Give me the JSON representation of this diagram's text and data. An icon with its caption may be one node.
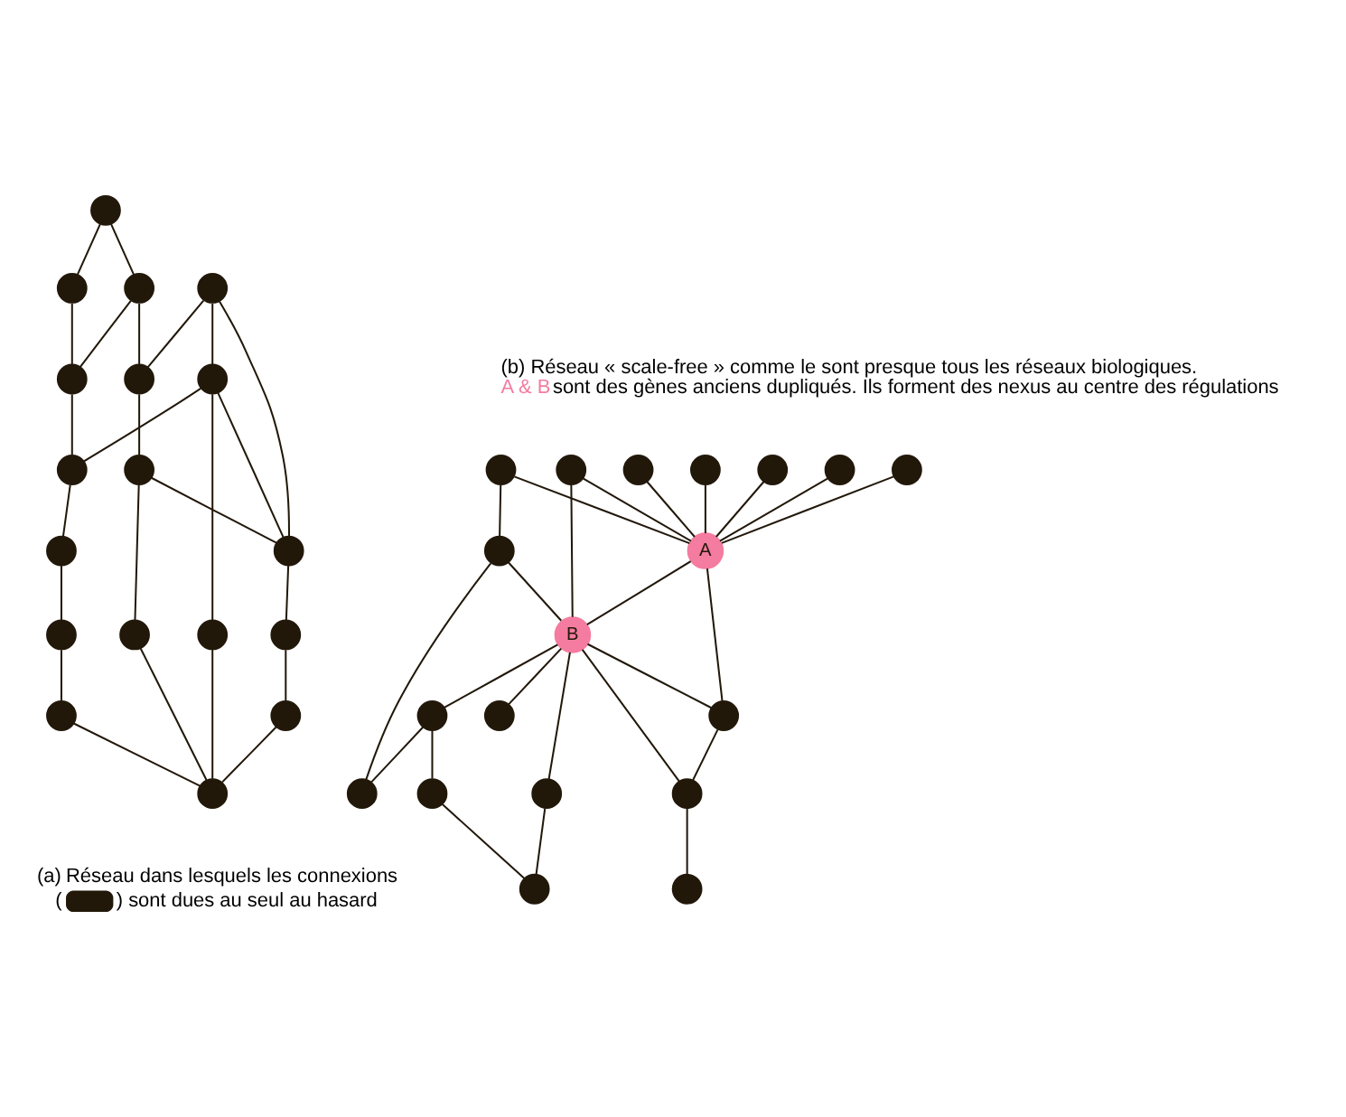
{
  "diagram": {
    "nodes": [
      {
        "text": [],
        "shape": "circle"
      },
      {
        "text": [],
        "shape": "circle"
      },
      {
        "text": [],
        "shape": "circle"
      },
      {
        "text": [],
        "shape": "circle"
      },
      {
        "text": [],
        "shape": "circle"
      },
      {
        "text": [],
        "shape": "circle"
      },
      {
        "text": [],
        "shape": "circle"
      },
      {
        "text": [],
        "shape": "circle"
      },
      {
        "text": [],
        "shape": "circle"
      },
      {
        "text": [],
        "shape": "circle"
      },
      {
        "text": [],
        "shape": "circle"
      },
      {
        "text": [],
        "shape": "circle"
      },
      {
        "text": [],
        "shape": "circle"
      },
      {
        "text": [],
        "shape": "circle"
      },
      {
        "text": [],
        "shape": "circle"
      },
      {
        "text": [],
        "shape": "circle"
      },
      {
        "text": [],
        "shape": "circle"
      },
      {
        "text": [],
        "shape": "circle"
      },
      {
        "text": [],
        "shape": "circle"
      },
      {
        "text": [],
        "shape": "circle"
      },
      {
        "text": [],
        "shape": "circle"
      },
      {
        "text": [],
        "shape": "circle"
      },
      {
        "text": [],
        "shape": "circle"
      },
      {
        "text": [
          "A"
        ]
      },
      {
        "text": [],
        "shape": "circle"
      },
      {
        "text": [],
        "shape": "circle"
      },
      {
        "text": [],
        "shape": "circle"
      },
      {
        "text": [],
        "shape": "circle"
      },
      {
        "text": [
          "B"
        ]
      },
      {
        "text": [],
        "shape": "circle"
      },
      {
        "text": [],
        "shape": "circle"
      },
      {
        "text": [],
        "shape": "circle"
      },
      {
        "text": [],
        "shape": "circle"
      },
      {
        "text": [],
        "shape": "circle"
      },
      {
        "text": [],
        "shape": "circle"
      },
      {
        "text": [],
        "shape": "circle"
      },
      {
        "text": [],
        "shape": "circle"
      }
    ],
    "edges": [
      {
        "from": 1,
        "to": 2,
        "arrow": "none"
      },
      {
        "from": 1,
        "to": 3,
        "arrow": "none"
      },
      {
        "from": 2,
        "to": 6,
        "arrow": "none"
      },
      {
        "from": 3,
        "to": 6,
        "arrow": "none"
      },
      {
        "from": 3,
        "to": 4,
        "arrow": "none"
      },
      {
        "from": 0,
        "to": 4,
        "arrow": "none"
      },
      {
        "from": 0,
        "to": 7,
        "arrow": "none"
      },
      {
        "from": 0,
        "to": 8,
        "arrow": "none"
      },
      {
        "from": 4,
        "to": 5,
        "arrow": "none"
      },
      {
        "from": 5,
        "to": 8,
        "arrow": "none"
      },
      {
        "from": 5,
        "to": 16,
        "arrow": "none"
      },
      {
        "from": 6,
        "to": 9,
        "arrow": "none"
      },
      {
        "from": 7,
        "to": 9,
        "arrow": "none"
      },
      {
        "from": 7,
        "to": 8,
        "arrow": "none"
      },
      {
        "from": 7,
        "to": 12,
        "arrow": "none"
      },
      {
        "from": 9,
        "to": 10,
        "arrow": "none"
      },
      {
        "from": 10,
        "to": 11,
        "arrow": "none"
      },
      {
        "from": 11,
        "to": 15,
        "arrow": "none"
      },
      {
        "from": 15,
        "to": 17,
        "arrow": "none"
      },
      {
        "from": 12,
        "to": 17,
        "arrow": "none"
      },
      {
        "from": 14,
        "to": 17,
        "arrow": "none"
      },
      {
        "from": 13,
        "to": 14,
        "arrow": "none"
      },
      {
        "from": 8,
        "to": 13,
        "arrow": "none"
      },
      {
        "from": 16,
        "to": 17,
        "arrow": "none"
      },
      {
        "from": 18,
        "to": 23,
        "arrow": "none"
      },
      {
        "from": 19,
        "to": 23,
        "arrow": "none"
      },
      {
        "from": 20,
        "to": 23,
        "arrow": "none"
      },
      {
        "from": 21,
        "to": 23,
        "arrow": "none"
      },
      {
        "from": 22,
        "to": 23,
        "arrow": "none"
      },
      {
        "from": 24,
        "to": 23,
        "arrow": "none"
      },
      {
        "from": 26,
        "to": 23,
        "arrow": "none"
      },
      {
        "from": 23,
        "to": 25,
        "arrow": "none"
      },
      {
        "from": 23,
        "to": 28,
        "arrow": "none"
      },
      {
        "from": 22,
        "to": 27,
        "arrow": "none"
      },
      {
        "from": 26,
        "to": 28,
        "arrow": "none"
      },
      {
        "from": 27,
        "to": 28,
        "arrow": "none"
      },
      {
        "from": 28,
        "to": 25,
        "arrow": "none"
      },
      {
        "from": 28,
        "to": 29,
        "arrow": "none"
      },
      {
        "from": 25,
        "to": 29,
        "arrow": "none"
      },
      {
        "from": 29,
        "to": 33,
        "arrow": "none"
      },
      {
        "from": 28,
        "to": 30,
        "arrow": "none"
      },
      {
        "from": 28,
        "to": 31,
        "arrow": "none"
      },
      {
        "from": 28,
        "to": 32,
        "arrow": "none"
      },
      {
        "from": 27,
        "to": 34,
        "arrow": "none"
      },
      {
        "from": 31,
        "to": 34,
        "arrow": "none"
      },
      {
        "from": 31,
        "to": 36,
        "arrow": "none"
      },
      {
        "from": 36,
        "to": 35,
        "arrow": "none"
      },
      {
        "from": 32,
        "to": 35,
        "arrow": "none"
      }
    ],
    "labels": [
      "(b) Réseau « scale-free » comme le sont presque tous les réseaux biologiques.",
      "A & B",
      "sont des gènes anciens dupliqués. Ils forment des nexus au centre des régulations",
      "(a)",
      "Réseau dans lesquels les connexions",
      "(",
      ") sont dues au seul au hasard"
    ]
  }
}
